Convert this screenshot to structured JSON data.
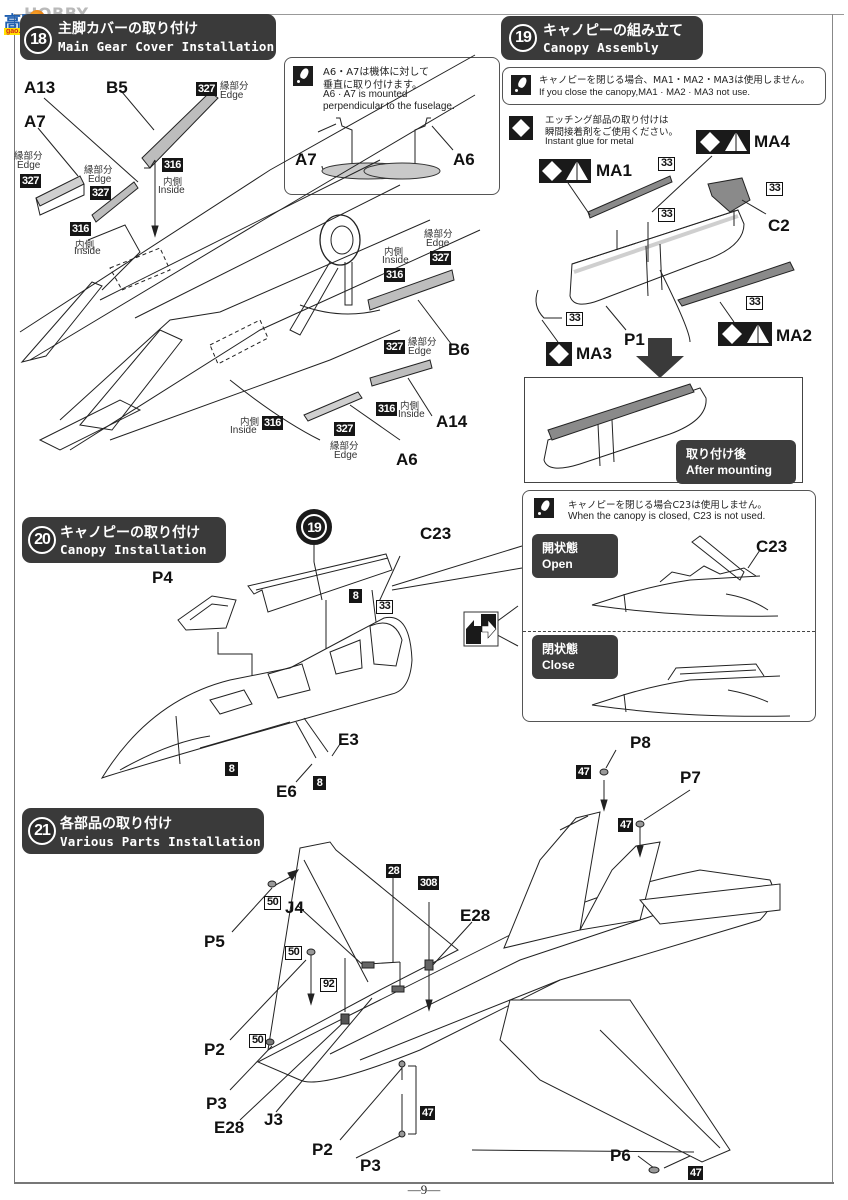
{
  "watermark": {
    "site_ghost": "HOBBY SEARCH",
    "logo_text": "高网",
    "url_text": "gao.shan.com"
  },
  "page": {
    "number": "—9—"
  },
  "steps": [
    {
      "number": "18",
      "title_jp": "主脚カバーの取り付け",
      "title_en": "Main Gear Cover Installation",
      "note": {
        "jp_line1": "A6・A7は機体に対して",
        "jp_line2": "垂直に取り付けます。",
        "en_line1": "A6 · A7 is mounted",
        "en_line2": "perpendicular to the fuselage.",
        "labels": [
          "A7",
          "A6"
        ]
      },
      "parts": [
        "A13",
        "B5",
        "A7",
        "B6",
        "A14",
        "A6"
      ],
      "paint_callouts": [
        {
          "code": "327",
          "jp": "縁部分",
          "en": "Edge"
        },
        {
          "code": "316",
          "jp": "内側",
          "en": "Inside"
        }
      ]
    },
    {
      "number": "19",
      "title_jp": "キャノピーの組み立て",
      "title_en": "Canopy Assembly",
      "note": {
        "jp": "キャノピーを閉じる場合、MA1・MA2・MA3は使用しません。",
        "en": "If you close the canopy,MA1 · MA2 · MA3 not use."
      },
      "etching_note": {
        "jp_line1": "エッチング部品の取り付けは",
        "jp_line2": "瞬間接着剤をご使用ください。",
        "en": "Instant glue for metal"
      },
      "parts": [
        "MA1",
        "MA4",
        "C2",
        "MA2",
        "P1",
        "MA3"
      ],
      "paint_code": "33",
      "after_mounting": {
        "jp": "取り付け後",
        "en": "After mounting"
      }
    },
    {
      "number": "20",
      "title_jp": "キャノピーの取り付け",
      "title_en": "Canopy Installation",
      "ref_step": "19",
      "parts": [
        "P4",
        "C23",
        "E3",
        "E6"
      ],
      "paint_codes": [
        "8",
        "33"
      ],
      "note": {
        "jp": "キャノピーを閉じる場合C23は使用しません。",
        "en": "When the canopy is closed, C23 is not used."
      },
      "states": [
        {
          "jp": "開状態",
          "en": "Open",
          "part": "C23"
        },
        {
          "jp": "閉状態",
          "en": "Close"
        }
      ]
    },
    {
      "number": "21",
      "title_jp": "各部品の取り付け",
      "title_en": "Various Parts Installation",
      "parts": [
        "P8",
        "P7",
        "P5",
        "J4",
        "E28",
        "P2",
        "P3",
        "J3",
        "P6"
      ],
      "paint_codes": [
        "47",
        "50",
        "28",
        "308",
        "92"
      ]
    }
  ],
  "labels": {
    "edge_jp": "縁部分",
    "edge_en": "Edge",
    "inside_jp": "内側",
    "inside_en": "Inside",
    "c327": "327",
    "c316": "316",
    "c33": "33",
    "c8": "8",
    "c47": "47",
    "c50": "50",
    "c28": "28",
    "c308": "308",
    "c92": "92"
  }
}
